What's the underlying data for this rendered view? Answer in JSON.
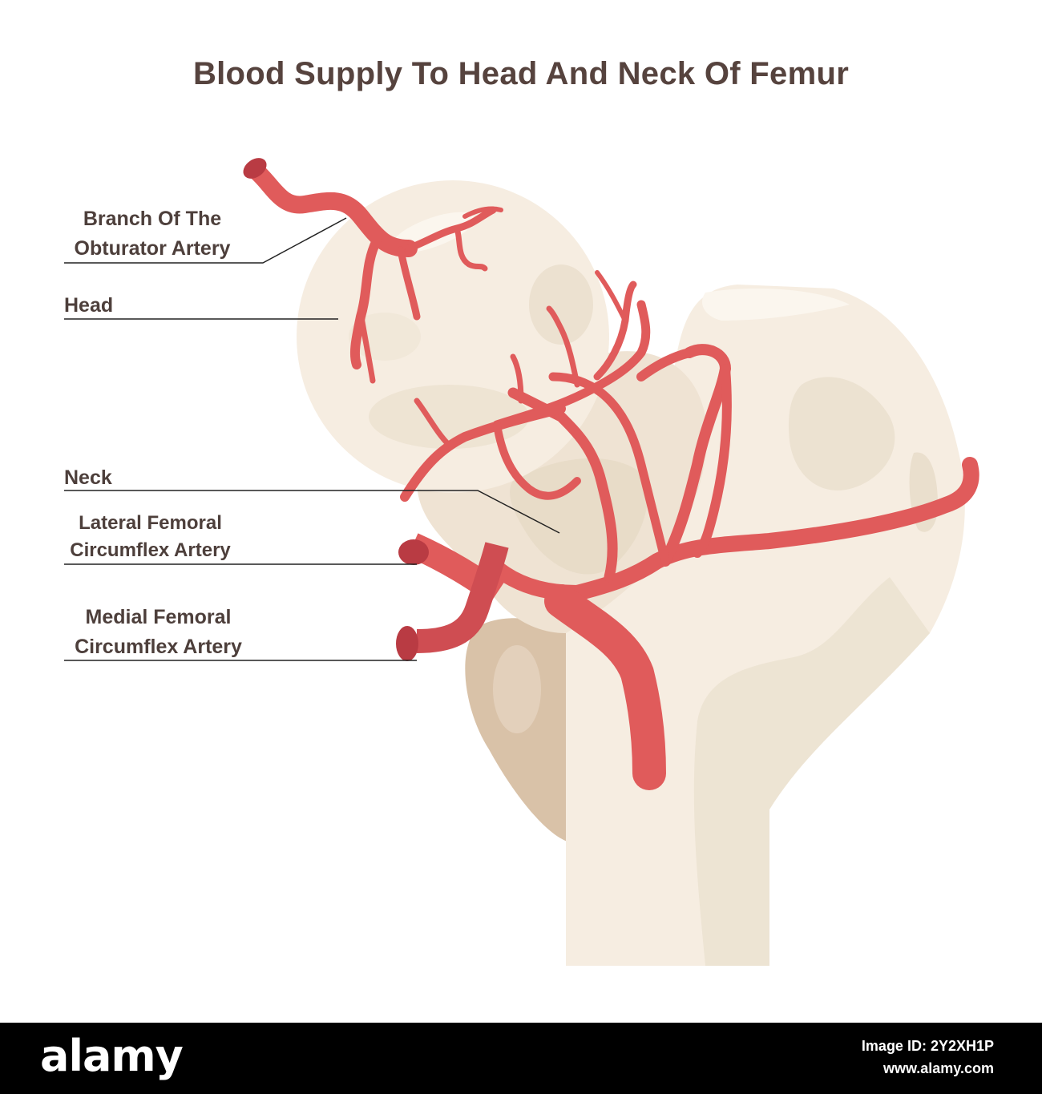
{
  "title": "Blood Supply To Head And Neck Of Femur",
  "labels": {
    "obturator": [
      "Branch Of The",
      "Obturator Artery"
    ],
    "head": "Head",
    "neck": "Neck",
    "lateral": [
      "Lateral Femoral",
      "Circumflex Artery"
    ],
    "medial": [
      "Medial Femoral",
      "Circumflex Artery"
    ]
  },
  "colors": {
    "bone": "#f6ede1",
    "bone_shade": "#eadfcd",
    "trochanter": "#d9c2a8",
    "artery": "#e05b5b",
    "artery_dark": "#b93b43",
    "text": "#4d3f3b"
  },
  "footer": {
    "logo": "alamy",
    "image_id": "Image ID: 2Y2XH1P",
    "site": "www.alamy.com"
  }
}
